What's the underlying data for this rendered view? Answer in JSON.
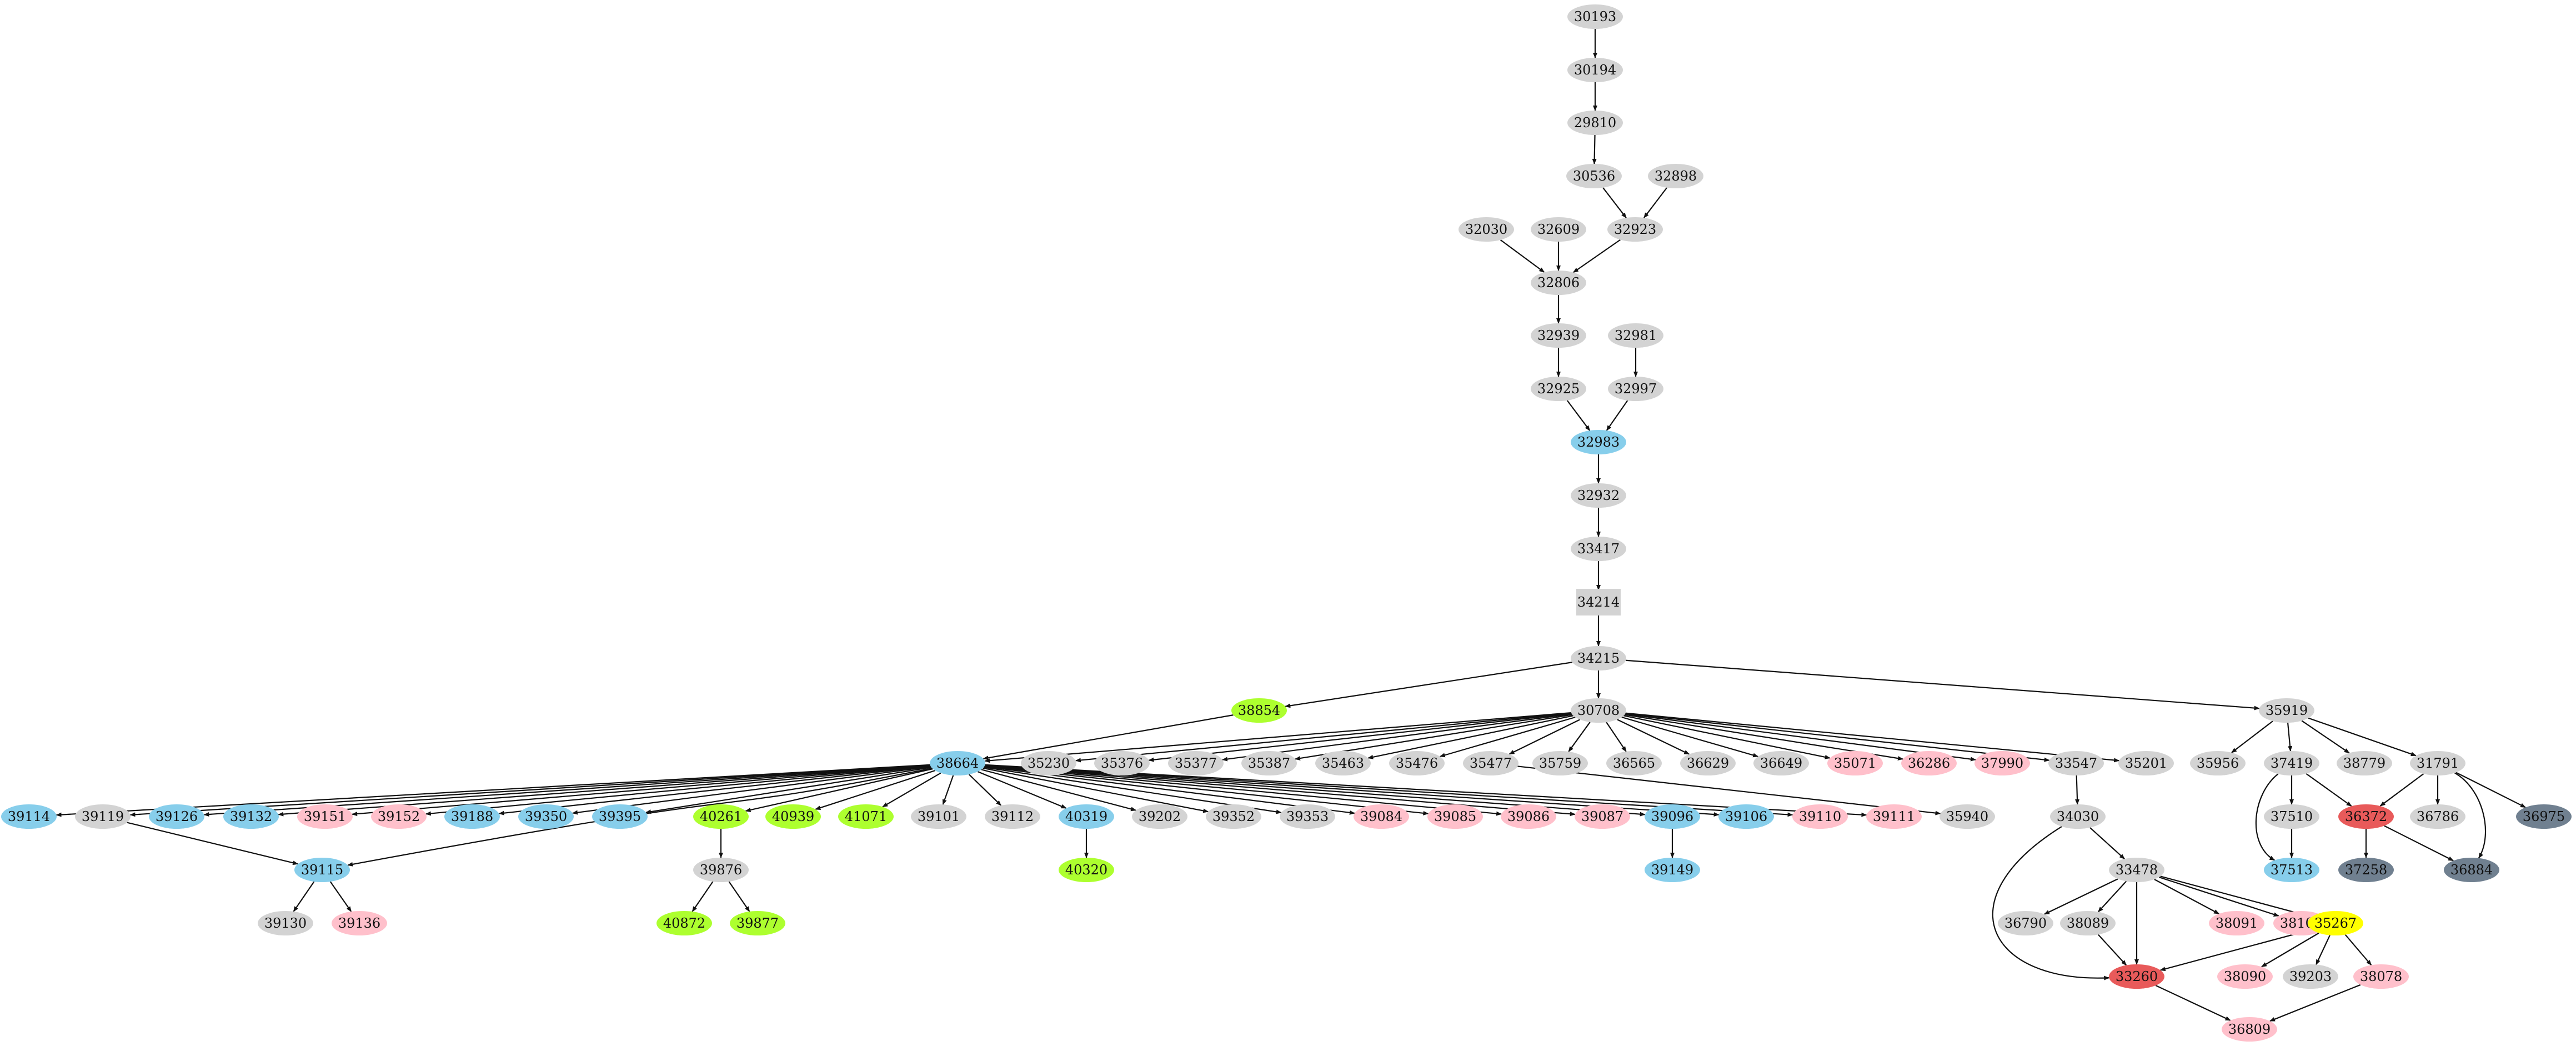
{
  "colors": {
    "default": "#d3d3d3",
    "blue": "#87ceeb",
    "green": "#adff2f",
    "pink": "#ffc0cb",
    "red": "#e85a5a",
    "slate": "#708090",
    "yellow": "#ffff00",
    "edge": "#111111"
  },
  "nodes": [
    {
      "id": "30193",
      "label": "30193",
      "c": "default"
    },
    {
      "id": "30194",
      "label": "30194",
      "c": "default"
    },
    {
      "id": "29810",
      "label": "29810",
      "c": "default"
    },
    {
      "id": "30536",
      "label": "30536",
      "c": "default"
    },
    {
      "id": "32898",
      "label": "32898",
      "c": "default"
    },
    {
      "id": "32030",
      "label": "32030",
      "c": "default"
    },
    {
      "id": "32609",
      "label": "32609",
      "c": "default"
    },
    {
      "id": "32923",
      "label": "32923",
      "c": "default"
    },
    {
      "id": "32806",
      "label": "32806",
      "c": "default"
    },
    {
      "id": "32939",
      "label": "32939",
      "c": "default"
    },
    {
      "id": "32981",
      "label": "32981",
      "c": "default"
    },
    {
      "id": "32925",
      "label": "32925",
      "c": "default"
    },
    {
      "id": "32997",
      "label": "32997",
      "c": "default"
    },
    {
      "id": "32983",
      "label": "32983",
      "c": "blue"
    },
    {
      "id": "32932",
      "label": "32932",
      "c": "default"
    },
    {
      "id": "33417",
      "label": "33417",
      "c": "default"
    },
    {
      "id": "34214",
      "label": "34214",
      "c": "default",
      "shape": "box"
    },
    {
      "id": "34215",
      "label": "34215",
      "c": "default"
    },
    {
      "id": "38854",
      "label": "38854",
      "c": "green"
    },
    {
      "id": "30708",
      "label": "30708",
      "c": "default"
    },
    {
      "id": "35919",
      "label": "35919",
      "c": "default"
    },
    {
      "id": "38664",
      "label": "38664",
      "c": "blue"
    },
    {
      "id": "35230",
      "label": "35230",
      "c": "default"
    },
    {
      "id": "35376",
      "label": "35376",
      "c": "default"
    },
    {
      "id": "35377",
      "label": "35377",
      "c": "default"
    },
    {
      "id": "35387",
      "label": "35387",
      "c": "default"
    },
    {
      "id": "35463",
      "label": "35463",
      "c": "default"
    },
    {
      "id": "35476",
      "label": "35476",
      "c": "default"
    },
    {
      "id": "35477",
      "label": "35477",
      "c": "default"
    },
    {
      "id": "35759",
      "label": "35759",
      "c": "default"
    },
    {
      "id": "36565",
      "label": "36565",
      "c": "default"
    },
    {
      "id": "36629",
      "label": "36629",
      "c": "default"
    },
    {
      "id": "36649",
      "label": "36649",
      "c": "default"
    },
    {
      "id": "35071",
      "label": "35071",
      "c": "pink"
    },
    {
      "id": "36286",
      "label": "36286",
      "c": "pink"
    },
    {
      "id": "37990",
      "label": "37990",
      "c": "pink"
    },
    {
      "id": "33547",
      "label": "33547",
      "c": "default"
    },
    {
      "id": "35201",
      "label": "35201",
      "c": "default"
    },
    {
      "id": "35956",
      "label": "35956",
      "c": "default"
    },
    {
      "id": "37419",
      "label": "37419",
      "c": "default"
    },
    {
      "id": "38779",
      "label": "38779",
      "c": "default"
    },
    {
      "id": "31791",
      "label": "31791",
      "c": "default"
    },
    {
      "id": "39114",
      "label": "39114",
      "c": "blue"
    },
    {
      "id": "39119",
      "label": "39119",
      "c": "default"
    },
    {
      "id": "39126",
      "label": "39126",
      "c": "blue"
    },
    {
      "id": "39132",
      "label": "39132",
      "c": "blue"
    },
    {
      "id": "39151",
      "label": "39151",
      "c": "pink"
    },
    {
      "id": "39152",
      "label": "39152",
      "c": "pink"
    },
    {
      "id": "39188",
      "label": "39188",
      "c": "blue"
    },
    {
      "id": "39350",
      "label": "39350",
      "c": "blue"
    },
    {
      "id": "39395",
      "label": "39395",
      "c": "blue"
    },
    {
      "id": "40261",
      "label": "40261",
      "c": "green"
    },
    {
      "id": "40939",
      "label": "40939",
      "c": "green"
    },
    {
      "id": "41071",
      "label": "41071",
      "c": "green"
    },
    {
      "id": "39101",
      "label": "39101",
      "c": "default"
    },
    {
      "id": "39112",
      "label": "39112",
      "c": "default"
    },
    {
      "id": "40319",
      "label": "40319",
      "c": "blue"
    },
    {
      "id": "39202",
      "label": "39202",
      "c": "default"
    },
    {
      "id": "39352",
      "label": "39352",
      "c": "default"
    },
    {
      "id": "39353",
      "label": "39353",
      "c": "default"
    },
    {
      "id": "39084",
      "label": "39084",
      "c": "pink"
    },
    {
      "id": "39085",
      "label": "39085",
      "c": "pink"
    },
    {
      "id": "39086",
      "label": "39086",
      "c": "pink"
    },
    {
      "id": "39087",
      "label": "39087",
      "c": "pink"
    },
    {
      "id": "39096",
      "label": "39096",
      "c": "blue"
    },
    {
      "id": "39106",
      "label": "39106",
      "c": "blue"
    },
    {
      "id": "39110",
      "label": "39110",
      "c": "pink"
    },
    {
      "id": "39111",
      "label": "39111",
      "c": "pink"
    },
    {
      "id": "35940",
      "label": "35940",
      "c": "default"
    },
    {
      "id": "34030",
      "label": "34030",
      "c": "default"
    },
    {
      "id": "37510",
      "label": "37510",
      "c": "default"
    },
    {
      "id": "36372",
      "label": "36372",
      "c": "red"
    },
    {
      "id": "36786",
      "label": "36786",
      "c": "default"
    },
    {
      "id": "36975",
      "label": "36975",
      "c": "slate"
    },
    {
      "id": "39115",
      "label": "39115",
      "c": "blue"
    },
    {
      "id": "39876",
      "label": "39876",
      "c": "default"
    },
    {
      "id": "40320",
      "label": "40320",
      "c": "green"
    },
    {
      "id": "39149",
      "label": "39149",
      "c": "blue"
    },
    {
      "id": "33478",
      "label": "33478",
      "c": "default"
    },
    {
      "id": "37513",
      "label": "37513",
      "c": "blue"
    },
    {
      "id": "37258",
      "label": "37258",
      "c": "slate"
    },
    {
      "id": "36884",
      "label": "36884",
      "c": "slate"
    },
    {
      "id": "39130",
      "label": "39130",
      "c": "default"
    },
    {
      "id": "39136",
      "label": "39136",
      "c": "pink"
    },
    {
      "id": "40872",
      "label": "40872",
      "c": "green"
    },
    {
      "id": "39877",
      "label": "39877",
      "c": "green"
    },
    {
      "id": "36790",
      "label": "36790",
      "c": "default"
    },
    {
      "id": "38089",
      "label": "38089",
      "c": "default"
    },
    {
      "id": "38091",
      "label": "38091",
      "c": "pink"
    },
    {
      "id": "38105",
      "label": "38105",
      "c": "pink"
    },
    {
      "id": "35267",
      "label": "35267",
      "c": "yellow"
    },
    {
      "id": "33260",
      "label": "33260",
      "c": "red"
    },
    {
      "id": "38090",
      "label": "38090",
      "c": "pink"
    },
    {
      "id": "39203",
      "label": "39203",
      "c": "default"
    },
    {
      "id": "38078",
      "label": "38078",
      "c": "pink"
    },
    {
      "id": "36809",
      "label": "36809",
      "c": "pink"
    }
  ],
  "edges": [
    [
      "30193",
      "30194"
    ],
    [
      "30194",
      "29810"
    ],
    [
      "29810",
      "30536"
    ],
    [
      "30536",
      "32923"
    ],
    [
      "32898",
      "32923"
    ],
    [
      "32030",
      "32806"
    ],
    [
      "32609",
      "32806"
    ],
    [
      "32923",
      "32806"
    ],
    [
      "32806",
      "32939"
    ],
    [
      "32939",
      "32925"
    ],
    [
      "32981",
      "32997"
    ],
    [
      "32925",
      "32983"
    ],
    [
      "32997",
      "32983"
    ],
    [
      "32983",
      "32932"
    ],
    [
      "32932",
      "33417"
    ],
    [
      "33417",
      "34214"
    ],
    [
      "34214",
      "34215"
    ],
    [
      "34215",
      "38854"
    ],
    [
      "34215",
      "30708"
    ],
    [
      "34215",
      "35919"
    ],
    [
      "38854",
      "38664"
    ],
    [
      "30708",
      "38664"
    ],
    [
      "30708",
      "35230"
    ],
    [
      "30708",
      "35376"
    ],
    [
      "30708",
      "35377"
    ],
    [
      "30708",
      "35387"
    ],
    [
      "30708",
      "35463"
    ],
    [
      "30708",
      "35476"
    ],
    [
      "30708",
      "35477"
    ],
    [
      "30708",
      "35759"
    ],
    [
      "30708",
      "36565"
    ],
    [
      "30708",
      "36629"
    ],
    [
      "30708",
      "36649"
    ],
    [
      "30708",
      "35071"
    ],
    [
      "30708",
      "36286"
    ],
    [
      "30708",
      "37990"
    ],
    [
      "30708",
      "33547"
    ],
    [
      "30708",
      "35201"
    ],
    [
      "35919",
      "35956"
    ],
    [
      "35919",
      "37419"
    ],
    [
      "35919",
      "38779"
    ],
    [
      "35919",
      "31791"
    ],
    [
      "38664",
      "39114"
    ],
    [
      "38664",
      "39119"
    ],
    [
      "38664",
      "39126"
    ],
    [
      "38664",
      "39132"
    ],
    [
      "38664",
      "39151"
    ],
    [
      "38664",
      "39152"
    ],
    [
      "38664",
      "39188"
    ],
    [
      "38664",
      "39350"
    ],
    [
      "38664",
      "39395"
    ],
    [
      "38664",
      "40261"
    ],
    [
      "38664",
      "40939"
    ],
    [
      "38664",
      "41071"
    ],
    [
      "38664",
      "39101"
    ],
    [
      "38664",
      "39112"
    ],
    [
      "38664",
      "40319"
    ],
    [
      "38664",
      "39202"
    ],
    [
      "38664",
      "39352"
    ],
    [
      "38664",
      "39353"
    ],
    [
      "38664",
      "39084"
    ],
    [
      "38664",
      "39085"
    ],
    [
      "38664",
      "39086"
    ],
    [
      "38664",
      "39087"
    ],
    [
      "38664",
      "39096"
    ],
    [
      "38664",
      "39106"
    ],
    [
      "38664",
      "39110"
    ],
    [
      "38664",
      "39111"
    ],
    [
      "38664",
      "39115",
      "curve"
    ],
    [
      "35477",
      "35940"
    ],
    [
      "33547",
      "34030"
    ],
    [
      "37419",
      "37513",
      "curve"
    ],
    [
      "37419",
      "37510"
    ],
    [
      "37419",
      "36372"
    ],
    [
      "31791",
      "36372"
    ],
    [
      "31791",
      "36786"
    ],
    [
      "31791",
      "36975"
    ],
    [
      "31791",
      "36884",
      "curve"
    ],
    [
      "39119",
      "39115"
    ],
    [
      "40261",
      "39876"
    ],
    [
      "40319",
      "40320"
    ],
    [
      "39096",
      "39149"
    ],
    [
      "34030",
      "33478"
    ],
    [
      "34030",
      "33260",
      "curve"
    ],
    [
      "37510",
      "37513"
    ],
    [
      "36372",
      "37258"
    ],
    [
      "36372",
      "36884"
    ],
    [
      "39115",
      "39130"
    ],
    [
      "39115",
      "39136"
    ],
    [
      "39876",
      "40872"
    ],
    [
      "39876",
      "39877"
    ],
    [
      "33478",
      "36790"
    ],
    [
      "33478",
      "38089"
    ],
    [
      "33478",
      "33260"
    ],
    [
      "33478",
      "38091"
    ],
    [
      "33478",
      "38105"
    ],
    [
      "33478",
      "35267"
    ],
    [
      "38089",
      "33260"
    ],
    [
      "35267",
      "33260"
    ],
    [
      "35267",
      "38090"
    ],
    [
      "35267",
      "39203"
    ],
    [
      "35267",
      "38078"
    ],
    [
      "33260",
      "36809"
    ],
    [
      "38078",
      "36809"
    ]
  ]
}
